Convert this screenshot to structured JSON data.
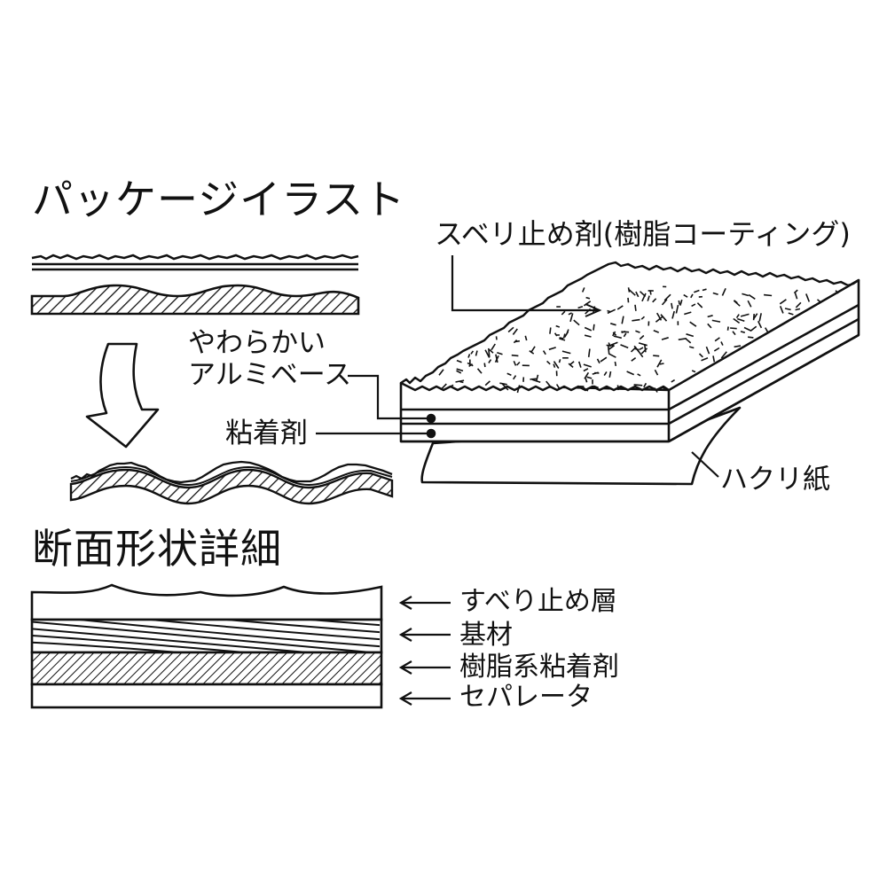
{
  "titles": {
    "package": "パッケージイラスト",
    "cross_section": "断面形状詳細"
  },
  "callouts": {
    "anti_slip_agent": "スベリ止め剤(樹脂コーティング)",
    "soft_aluminum_line1": "やわらかい",
    "soft_aluminum_line2": "アルミベース",
    "adhesive": "粘着剤",
    "release_paper": "ハクリ紙"
  },
  "layers": [
    {
      "label": "すべり止め層"
    },
    {
      "label": "基材"
    },
    {
      "label": "樹脂系粘着剤"
    },
    {
      "label": "セパレータ"
    }
  ]
}
